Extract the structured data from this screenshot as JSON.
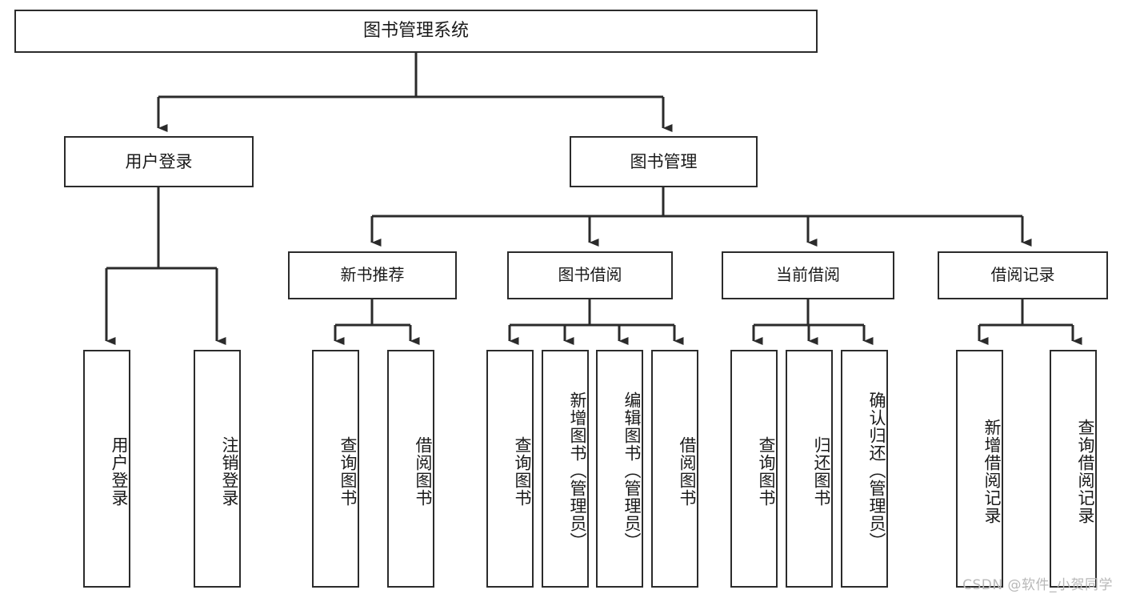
{
  "diagram": {
    "title": "图书管理系统",
    "type": "tree",
    "stroke_color": "#2b2b2b",
    "text_color": "#1a1a1a",
    "background": "#ffffff"
  },
  "watermark": {
    "text": "CSDN @软件_小贺同学",
    "color": "#b8b8b8"
  },
  "nodes": {
    "root": {
      "label": "图书管理系统"
    },
    "level2": [
      {
        "label": "用户登录"
      },
      {
        "label": "图书管理"
      }
    ],
    "level3": [
      {
        "label": "新书推荐"
      },
      {
        "label": "图书借阅"
      },
      {
        "label": "当前借阅"
      },
      {
        "label": "借阅记录"
      }
    ],
    "leaves": {
      "user_login": [
        {
          "label": "用户登录"
        },
        {
          "label": "注销登录"
        }
      ],
      "new_book": [
        {
          "label": "查询图书"
        },
        {
          "label": "借阅图书"
        }
      ],
      "book_borrow": [
        {
          "label": "查询图书"
        },
        {
          "label": "新增图书（管理员）"
        },
        {
          "label": "编辑图书（管理员）"
        },
        {
          "label": "借阅图书"
        }
      ],
      "current_borrow": [
        {
          "label": "查询图书"
        },
        {
          "label": "归还图书"
        },
        {
          "label": "确认归还（管理员）"
        }
      ],
      "borrow_record": [
        {
          "label": "新增借阅记录"
        },
        {
          "label": "查询借阅记录"
        }
      ]
    }
  }
}
